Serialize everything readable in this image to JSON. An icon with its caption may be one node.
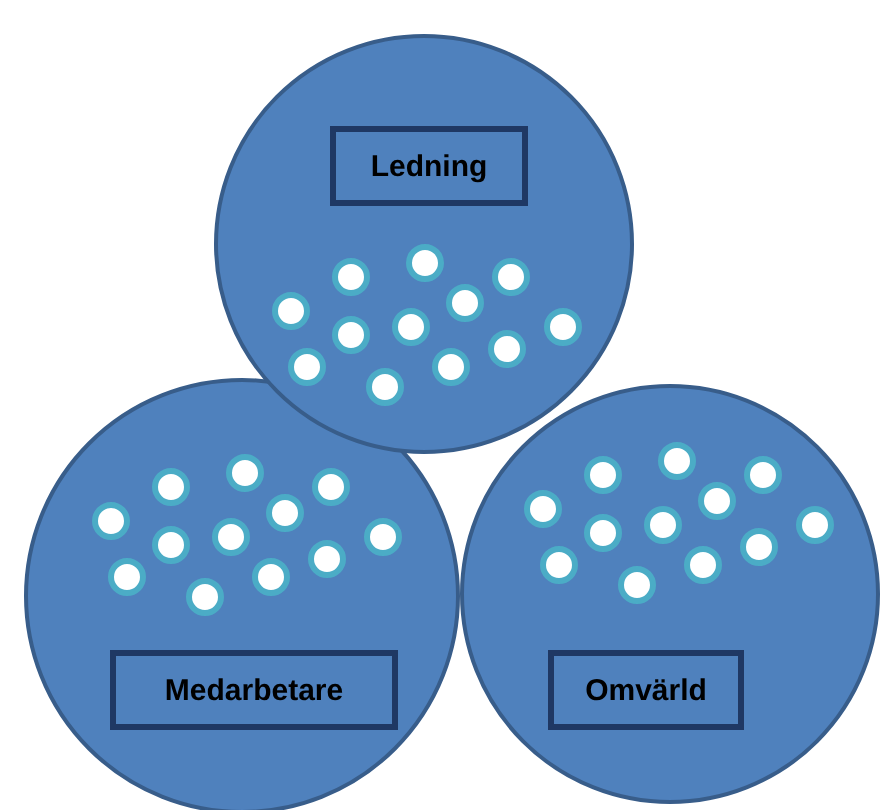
{
  "diagram": {
    "nodes": [
      {
        "text": [],
        "shape": "circle"
      },
      {
        "text": [
          "Ledning"
        ],
        "in": 0
      },
      {
        "text": [],
        "shape": "circle",
        "in": 0
      },
      {
        "text": [],
        "shape": "circle",
        "in": 0
      },
      {
        "text": [],
        "shape": "circle",
        "in": 0
      },
      {
        "text": [],
        "shape": "circle",
        "in": 0
      },
      {
        "text": [],
        "shape": "circle",
        "in": 0
      },
      {
        "text": [],
        "shape": "circle",
        "in": 0
      },
      {
        "text": [],
        "shape": "circle",
        "in": 0
      },
      {
        "text": [],
        "shape": "circle",
        "in": 0
      },
      {
        "text": [],
        "shape": "circle",
        "in": 0
      },
      {
        "text": [],
        "shape": "circle",
        "in": 0
      },
      {
        "text": [],
        "shape": "circle",
        "in": 0
      },
      {
        "text": [],
        "shape": "circle",
        "in": 0
      },
      {
        "text": [],
        "shape": "circle"
      },
      {
        "text": [],
        "shape": "circle",
        "in": 14
      },
      {
        "text": [],
        "shape": "circle",
        "in": 14
      },
      {
        "text": [],
        "shape": "circle",
        "in": 14
      },
      {
        "text": [],
        "shape": "circle",
        "in": 14
      },
      {
        "text": [],
        "shape": "circle",
        "in": 14
      },
      {
        "text": [],
        "shape": "circle",
        "in": 14
      },
      {
        "text": [],
        "shape": "circle",
        "in": 14
      },
      {
        "text": [],
        "shape": "circle",
        "in": 14
      },
      {
        "text": [],
        "shape": "circle",
        "in": 14
      },
      {
        "text": [],
        "shape": "circle",
        "in": 14
      },
      {
        "text": [],
        "shape": "circle",
        "in": 14
      },
      {
        "text": [],
        "shape": "circle",
        "in": 14
      },
      {
        "text": [
          "Medarbetare"
        ],
        "in": 14
      },
      {
        "text": [],
        "shape": "circle"
      },
      {
        "text": [],
        "shape": "circle",
        "in": 28
      },
      {
        "text": [],
        "shape": "circle",
        "in": 28
      },
      {
        "text": [],
        "shape": "circle",
        "in": 28
      },
      {
        "text": [],
        "shape": "circle",
        "in": 28
      },
      {
        "text": [],
        "shape": "circle",
        "in": 28
      },
      {
        "text": [],
        "shape": "circle",
        "in": 28
      },
      {
        "text": [],
        "shape": "circle",
        "in": 28
      },
      {
        "text": [],
        "shape": "circle",
        "in": 28
      },
      {
        "text": [],
        "shape": "circle",
        "in": 28
      },
      {
        "text": [],
        "shape": "circle",
        "in": 28
      },
      {
        "text": [],
        "shape": "circle",
        "in": 28
      },
      {
        "text": [],
        "shape": "circle",
        "in": 28
      },
      {
        "text": [
          "Omvärld"
        ],
        "in": 28
      }
    ],
    "edges": []
  }
}
